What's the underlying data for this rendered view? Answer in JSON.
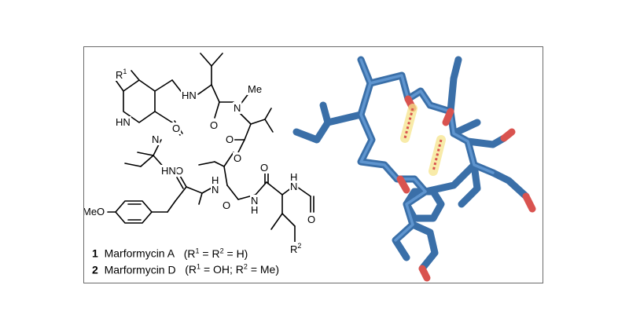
{
  "atoms": {
    "r1": "R",
    "r1_sup": "1",
    "nh_1": "HN",
    "n_methyl": "N",
    "me": "Me",
    "hn_n": "HN",
    "n_ring": "N",
    "o1": "O",
    "o2": "O",
    "o3": "O",
    "o4": "O",
    "o5": "O",
    "hn_2": "HN",
    "o6": "O",
    "nh_3": "N",
    "h3": "H",
    "n_4": "N",
    "h4": "H",
    "n_5": "N",
    "h5": "H",
    "o7": "O",
    "meo": "MeO",
    "o8": "O",
    "r2": "R",
    "r2_sup": "2"
  },
  "legend": [
    {
      "number": "1",
      "name": "Marformycin A",
      "detail_open": "(R",
      "s1": "1",
      "mid": " = R",
      "s2": "2",
      "detail_close": " = H)"
    },
    {
      "number": "2",
      "name": "Marformycin D",
      "detail_open": "(R",
      "s1": "1",
      "mid": " = OH; R",
      "s2": "2",
      "detail_close": " = Me)"
    }
  ],
  "colors": {
    "stick_carbon": "#3a6fa8",
    "stick_oxygen": "#d9534f",
    "hbond_glow": "#f6e58d",
    "hbond_dash": "#d9534f",
    "frame": "#6b6b6b"
  }
}
